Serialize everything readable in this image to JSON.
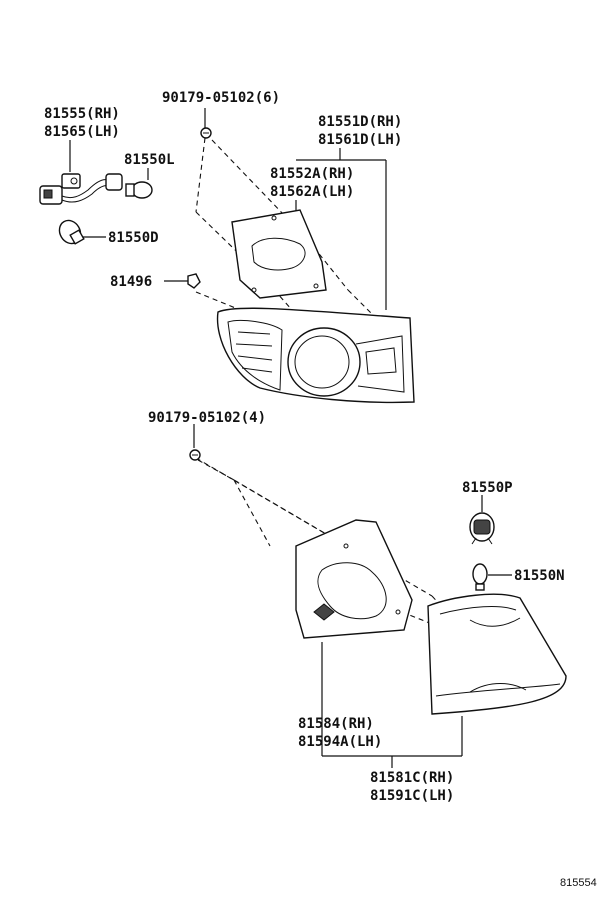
{
  "callouts": {
    "screw_upper": "90179-05102(6)",
    "socket_rh": "81555(RH)",
    "socket_lh": "81565(LH)",
    "bulb_l": "81550L",
    "lens_rh": "81551D(RH)",
    "lens_lh": "81561D(LH)",
    "gasket_rh": "81552A(RH)",
    "gasket_lh": "81562A(LH)",
    "bulb_d": "81550D",
    "clip": "81496",
    "screw_lower": "90179-05102(4)",
    "bulb_p": "81550P",
    "bulb_n": "81550N",
    "gasket2_rh": "81584(RH)",
    "gasket2_lh": "81594A(LH)",
    "lens2_rh": "81581C(RH)",
    "lens2_lh": "81591C(LH)"
  },
  "diagram_ref": "815554"
}
